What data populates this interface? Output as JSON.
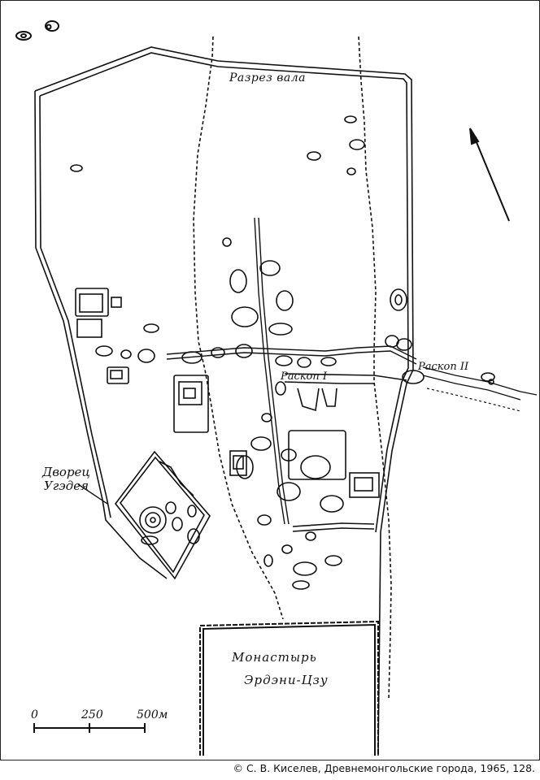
{
  "map": {
    "labels": {
      "wall_section": "Разрез вала",
      "excavation_1": "Раскоп I",
      "excavation_2": "Раскоп II",
      "palace": "Дворец\nУгэдея",
      "monastery_line1": "Монастырь",
      "monastery_line2": "Эрдэни-Цзу"
    },
    "scale_bar": {
      "ticks": [
        "0",
        "250",
        "500м"
      ]
    },
    "north_arrow": "north-arrow-icon",
    "ink_color": "#111111"
  },
  "credit": "© С. В. Киселев, Древнемонгольские города, 1965, 128."
}
